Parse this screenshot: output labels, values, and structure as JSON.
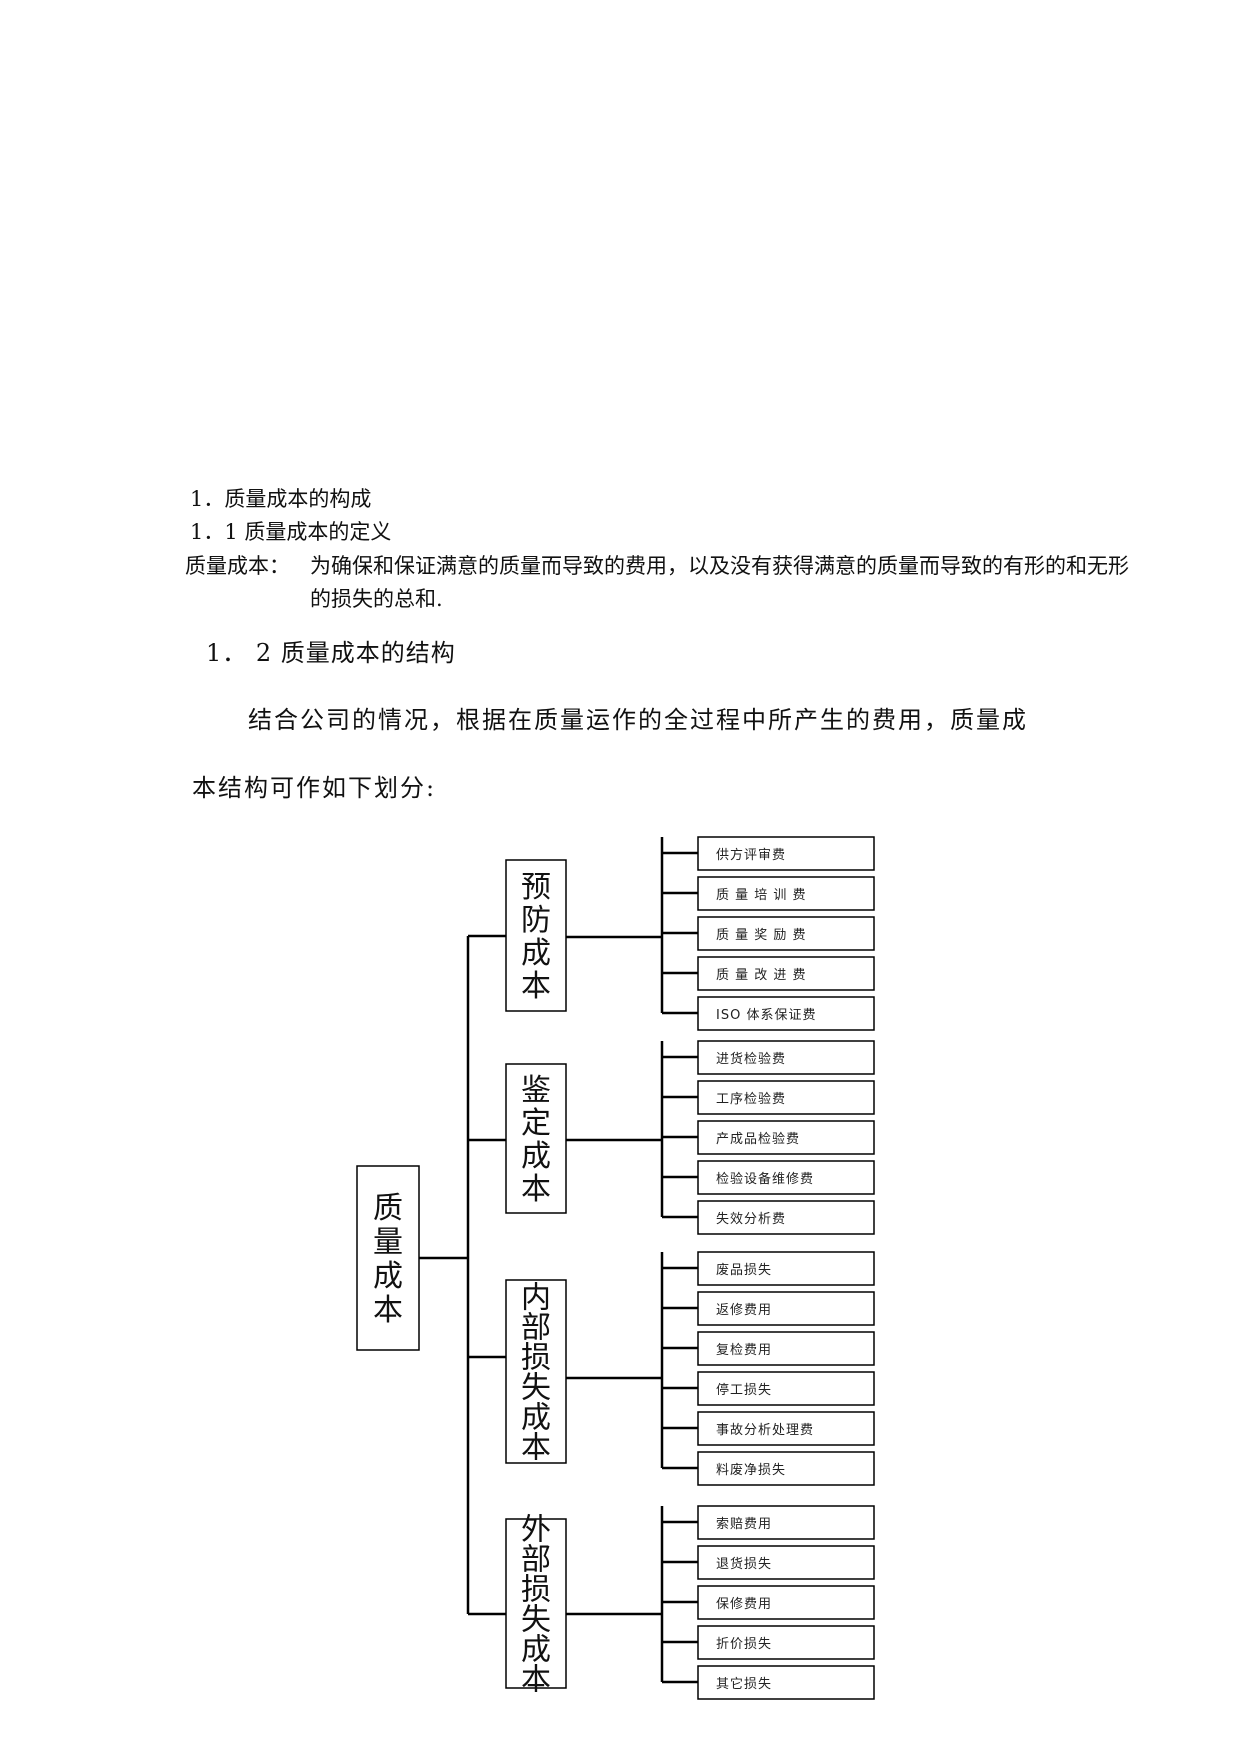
{
  "heading_1": "1．质量成本的构成",
  "heading_1_1": "1．1 质量成本的定义",
  "definition_label": "质量成本：",
  "definition_body": "为确保和保证满意的质量而导致的费用，以及没有获得满意的质量而导致的有形的和无形的损失的总和.",
  "heading_1_2": "1． 2 质量成本的结构",
  "paragraph_line1": "结合公司的情况，根据在质量运作的全过程中所产生的费用，质量成",
  "paragraph_line2": "本结构可作如下划分:",
  "tree": {
    "root": "质量成本",
    "groups": [
      {
        "label": "预防成本",
        "items": [
          "供方评审费",
          "质 量 培 训 费",
          "质 量 奖 励 费",
          "质 量 改 进 费",
          "ISO 体系保证费"
        ]
      },
      {
        "label": "鉴定成本",
        "items": [
          "进货检验费",
          "工序检验费",
          "产成品检验费",
          "检验设备维修费",
          "失效分析费"
        ]
      },
      {
        "label": "内部损失成本",
        "items": [
          "废品损失",
          "返修费用",
          "复检费用",
          "停工损失",
          "事故分析处理费",
          "料废净损失"
        ]
      },
      {
        "label": "外部损失成本",
        "items": [
          "索赔费用",
          "退货损失",
          "保修费用",
          "折价损失",
          "其它损失"
        ]
      }
    ]
  }
}
